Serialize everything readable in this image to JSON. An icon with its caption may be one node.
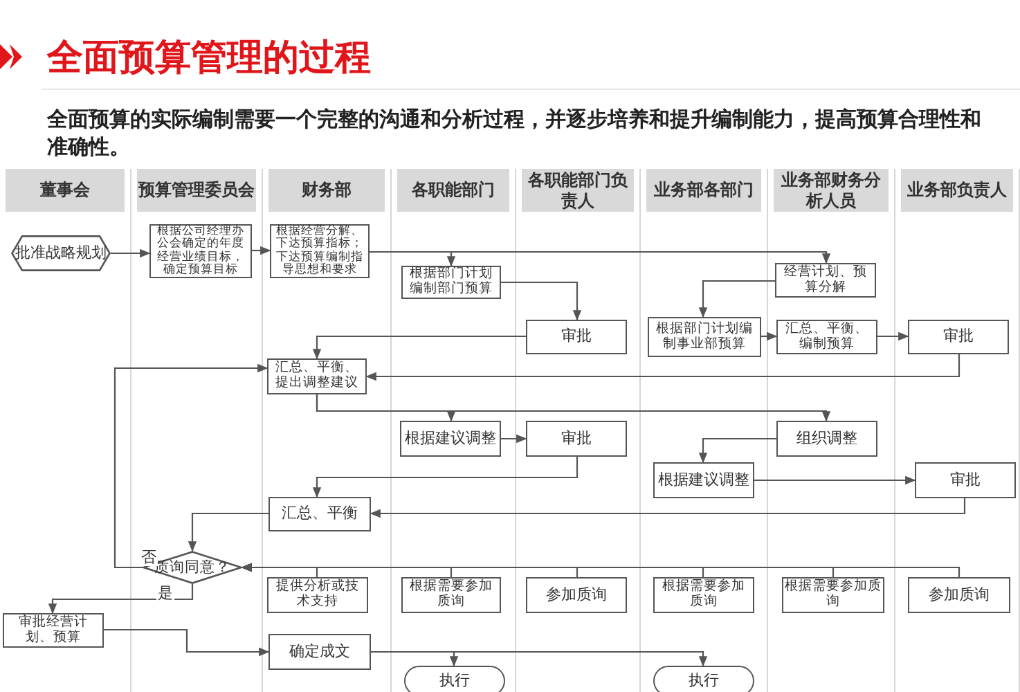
{
  "diagram": {
    "title": "全面预算管理的过程",
    "nodes": [
      {
        "text": [
          "董事会"
        ]
      },
      {
        "text": [
          "预算管理委员会"
        ]
      },
      {
        "text": [
          "财务部"
        ]
      },
      {
        "text": [
          "各职能部门"
        ]
      },
      {
        "text": [
          "各职能部门负责人"
        ]
      },
      {
        "text": [
          "业务部各部门"
        ]
      },
      {
        "text": [
          "业务部财务分析人员"
        ]
      },
      {
        "text": [
          "业务部负责人"
        ]
      },
      {
        "text": [
          "批准战略规划"
        ],
        "in": 0
      },
      {
        "text": [
          "根据公司经理办公会确定的年度经营业绩目标，确定预算目标"
        ],
        "in": 1
      },
      {
        "text": [
          "根据经营分解、下达预算指标；下达预算编制指导思想和要求"
        ],
        "in": 2
      },
      {
        "text": [
          "根据部门计划编制部门预算"
        ],
        "in": 3
      },
      {
        "text": [
          "经营计划、预算分解"
        ],
        "in": 6
      },
      {
        "text": [
          "审批"
        ],
        "in": 4
      },
      {
        "text": [
          "根据部门计划编制事业部预算"
        ],
        "in": 5
      },
      {
        "text": [
          "汇总、平衡、编制预算"
        ],
        "in": 6
      },
      {
        "text": [
          "审批"
        ],
        "in": 7
      },
      {
        "text": [
          "汇总、平衡、提出调整建议"
        ],
        "in": 2
      },
      {
        "text": [
          "根据建议调整"
        ],
        "in": 3
      },
      {
        "text": [
          "审批"
        ],
        "in": 4
      },
      {
        "text": [
          "组织调整"
        ],
        "in": 6
      },
      {
        "text": [
          "根据建议调整"
        ],
        "in": 5
      },
      {
        "text": [
          "审批"
        ],
        "in": 7
      },
      {
        "text": [
          "汇总、平衡"
        ],
        "in": 2
      },
      {
        "text": [
          "质询同意？"
        ],
        "in": 1
      },
      {
        "text": [
          "提供分析或技术支持"
        ],
        "in": 2
      },
      {
        "text": [
          "根据需要参加质询"
        ],
        "in": 3
      },
      {
        "text": [
          "参加质询"
        ],
        "in": 4
      },
      {
        "text": [
          "根据需要参加质询"
        ],
        "in": 5
      },
      {
        "text": [
          "根据需要参加质询"
        ],
        "in": 6
      },
      {
        "text": [
          "参加质询"
        ],
        "in": 7
      },
      {
        "text": [
          "审批经营计划、预算"
        ],
        "in": 0
      },
      {
        "text": [
          "确定成文"
        ],
        "in": 2
      },
      {
        "text": [
          "执行"
        ],
        "in": 3
      },
      {
        "text": [
          "执行"
        ],
        "in": 5
      }
    ],
    "edges": [
      {
        "from": 8,
        "to": 9,
        "arrow": "to"
      },
      {
        "from": 9,
        "to": 10,
        "arrow": "to"
      },
      {
        "from": 10,
        "to": 11,
        "arrow": "to"
      },
      {
        "from": 10,
        "to": 12,
        "arrow": "to"
      },
      {
        "from": 11,
        "to": 13,
        "arrow": "to"
      },
      {
        "from": 12,
        "to": 14,
        "arrow": "to"
      },
      {
        "from": 14,
        "to": 15,
        "arrow": "to"
      },
      {
        "from": 15,
        "to": 16,
        "arrow": "to"
      },
      {
        "from": 13,
        "to": 17,
        "arrow": "to"
      },
      {
        "from": 16,
        "to": 17,
        "arrow": "to"
      },
      {
        "from": 17,
        "to": 18,
        "arrow": "to"
      },
      {
        "from": 17,
        "to": 20,
        "arrow": "to"
      },
      {
        "from": 18,
        "to": 19,
        "arrow": "to"
      },
      {
        "from": 20,
        "to": 21,
        "arrow": "to"
      },
      {
        "from": 21,
        "to": 22,
        "arrow": "to"
      },
      {
        "from": 19,
        "to": 23,
        "arrow": "to"
      },
      {
        "from": 22,
        "to": 23,
        "arrow": "to"
      },
      {
        "from": 23,
        "to": 24,
        "arrow": "to"
      },
      {
        "from": 24,
        "to": 17,
        "arrow": "to",
        "label": "否"
      },
      {
        "from": 24,
        "to": 31,
        "arrow": "to",
        "label": "是"
      },
      {
        "from": 25,
        "to": 24,
        "arrow": "to"
      },
      {
        "from": 26,
        "to": 24,
        "arrow": "to"
      },
      {
        "from": 27,
        "to": 24,
        "arrow": "to"
      },
      {
        "from": 28,
        "to": 24,
        "arrow": "to"
      },
      {
        "from": 29,
        "to": 24,
        "arrow": "to"
      },
      {
        "from": 30,
        "to": 24,
        "arrow": "to"
      },
      {
        "from": 31,
        "to": 32,
        "arrow": "to"
      },
      {
        "from": 32,
        "to": 33,
        "arrow": "to"
      },
      {
        "from": 32,
        "to": 34,
        "arrow": "to"
      }
    ],
    "labels": [
      "全面预算的实际编制需要一个完整的沟通和分析过程，并逐步培养和提升编制能力，提高预算合理性和准确性。"
    ]
  }
}
